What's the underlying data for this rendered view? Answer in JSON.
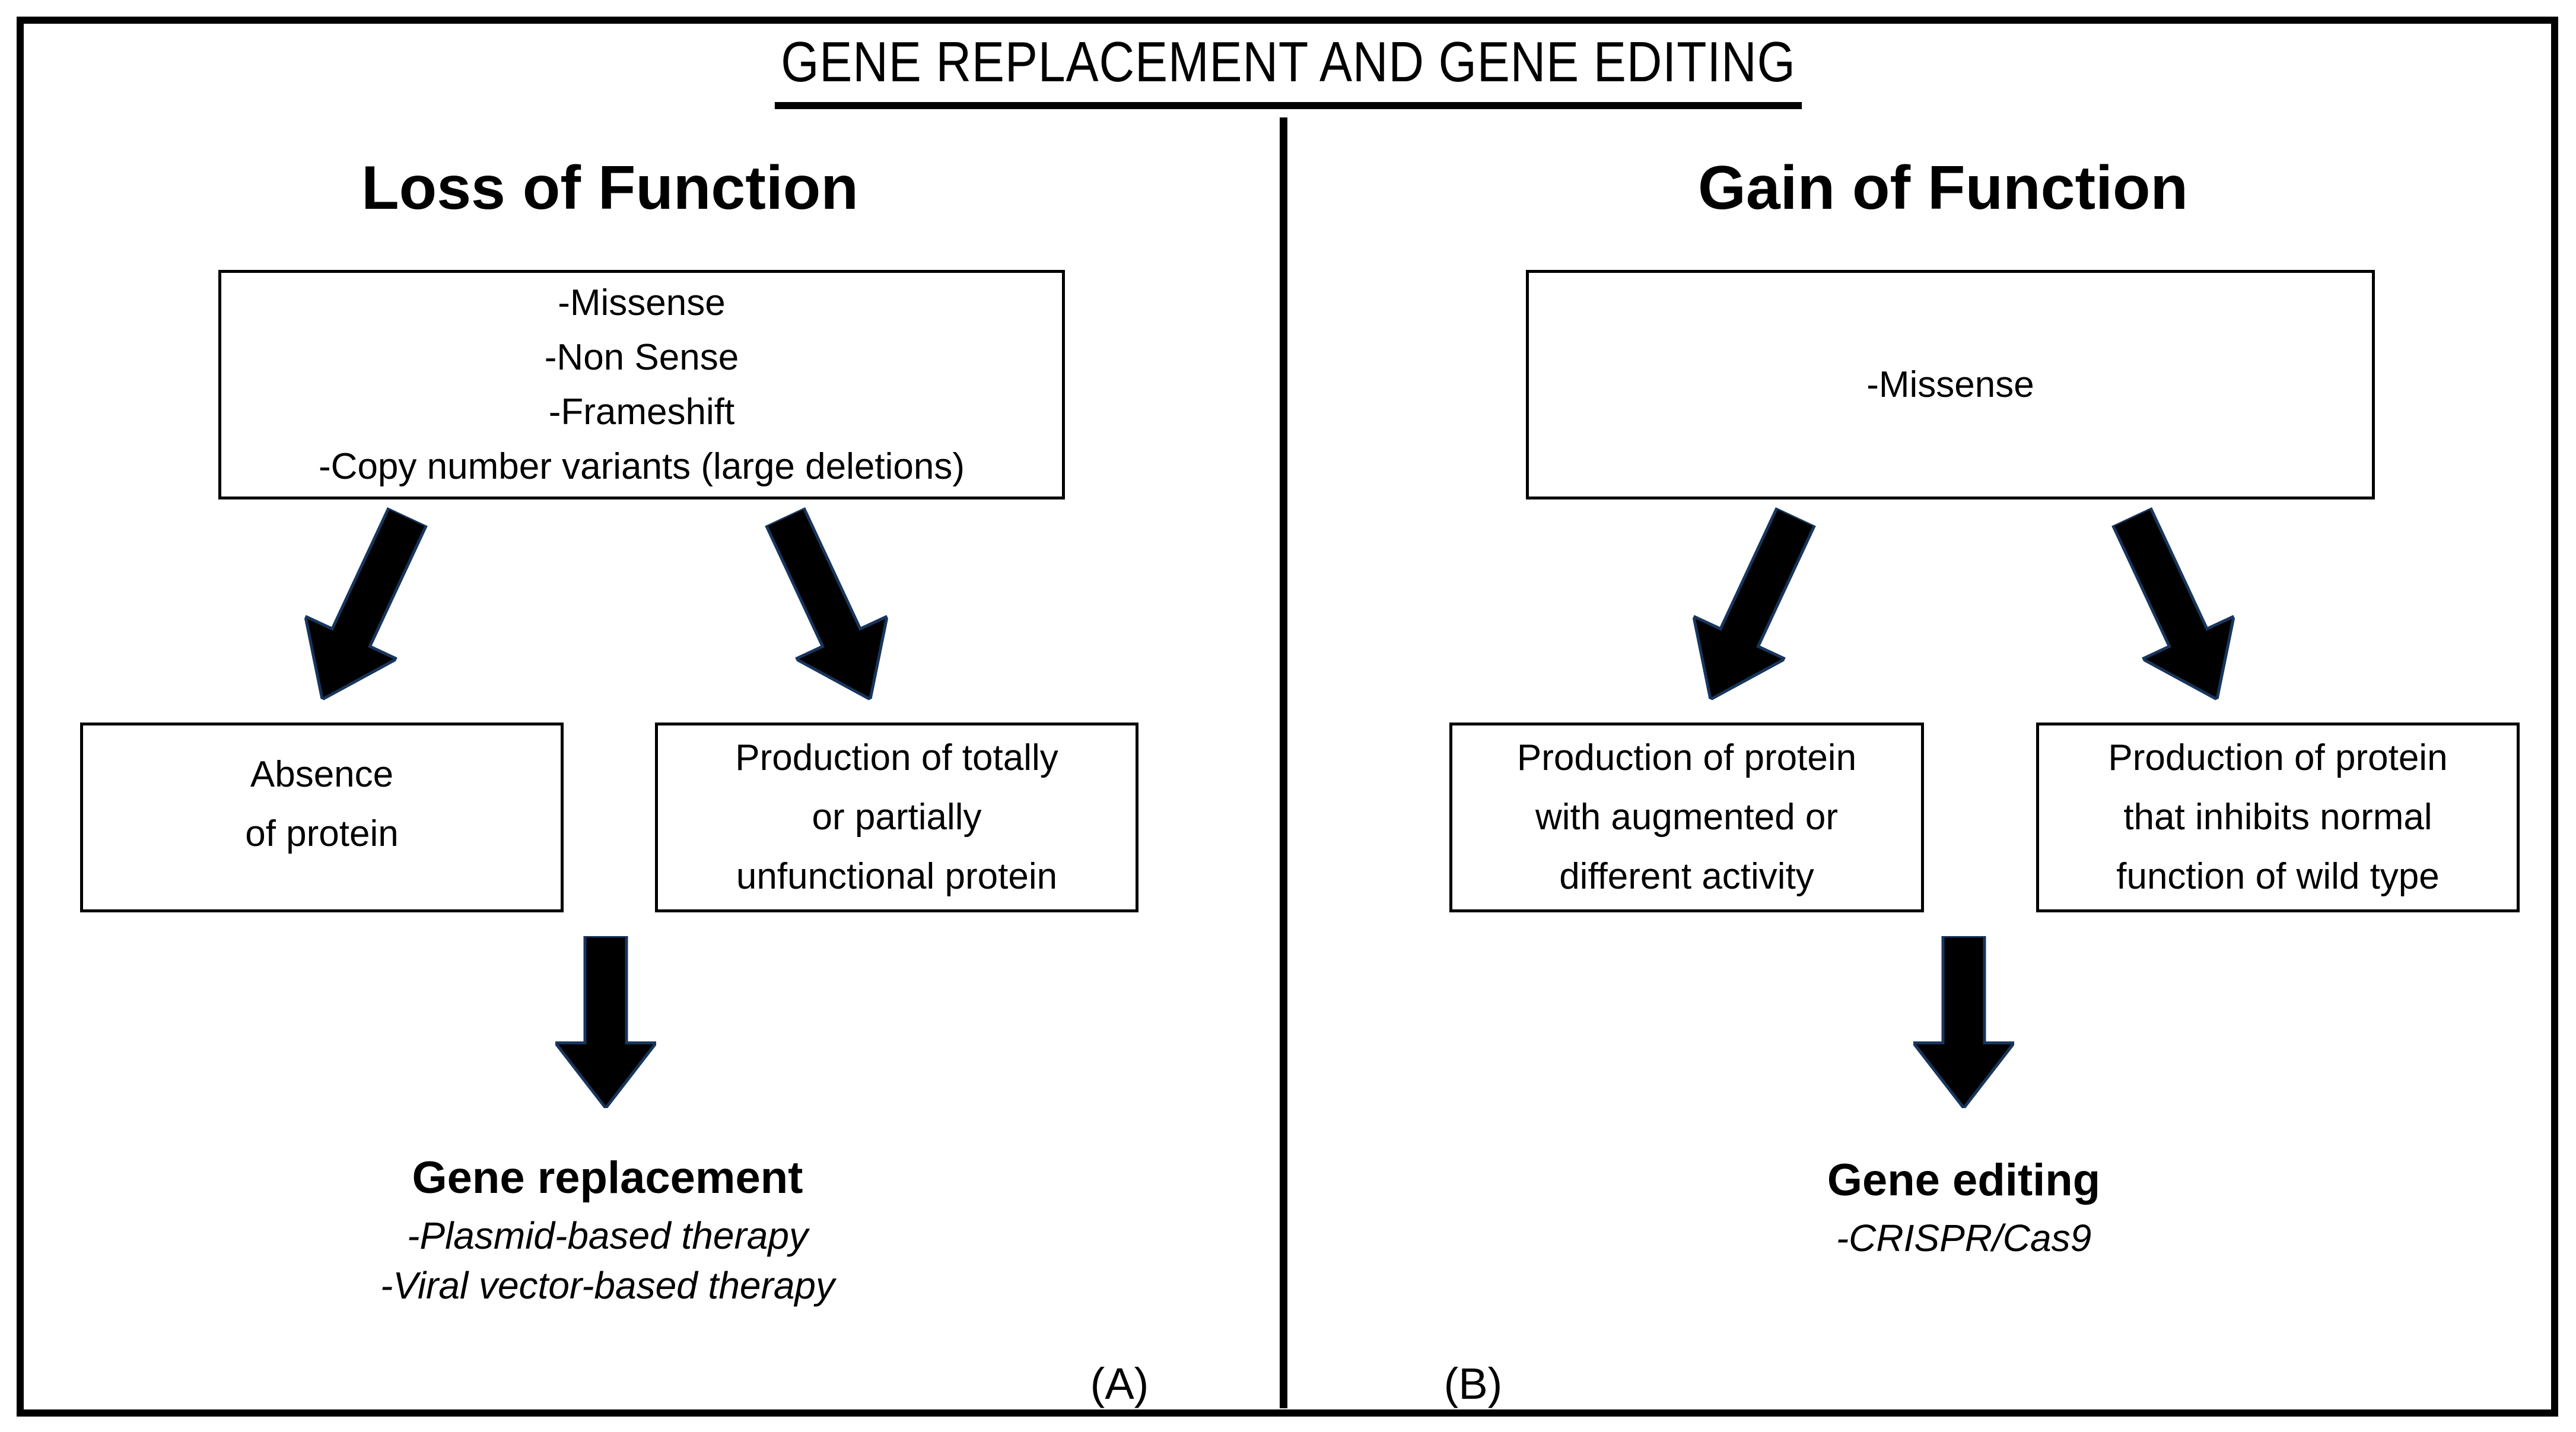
{
  "title": "GENE REPLACEMENT AND GENE EDITING",
  "colors": {
    "background": "#ffffff",
    "line_and_text": "#000000",
    "arrow_fill": "#000000",
    "arrow_outline": "#17365d"
  },
  "panels": {
    "left": {
      "heading": "Loss of Function",
      "figure_label": "(A)",
      "top_box_lines": [
        "-Missense",
        "-Non Sense",
        "-Frameshift",
        "-Copy number variants (large deletions)"
      ],
      "outcome_boxes": [
        {
          "lines": [
            "Absence",
            "of protein"
          ]
        },
        {
          "lines": [
            "Production of totally",
            "or partially",
            "unfunctional protein"
          ]
        }
      ],
      "therapy": {
        "heading": "Gene replacement",
        "items": [
          "-Plasmid-based therapy",
          "-Viral vector-based therapy"
        ]
      }
    },
    "right": {
      "heading": "Gain of Function",
      "figure_label": "(B)",
      "top_box_lines": [
        "-Missense"
      ],
      "outcome_boxes": [
        {
          "lines": [
            "Production of protein",
            "with augmented or",
            "different activity"
          ]
        },
        {
          "lines": [
            "Production of protein",
            "that inhibits normal",
            "function of wild type"
          ]
        }
      ],
      "therapy": {
        "heading": "Gene editing",
        "items": [
          "-CRISPR/Cas9"
        ]
      }
    }
  }
}
